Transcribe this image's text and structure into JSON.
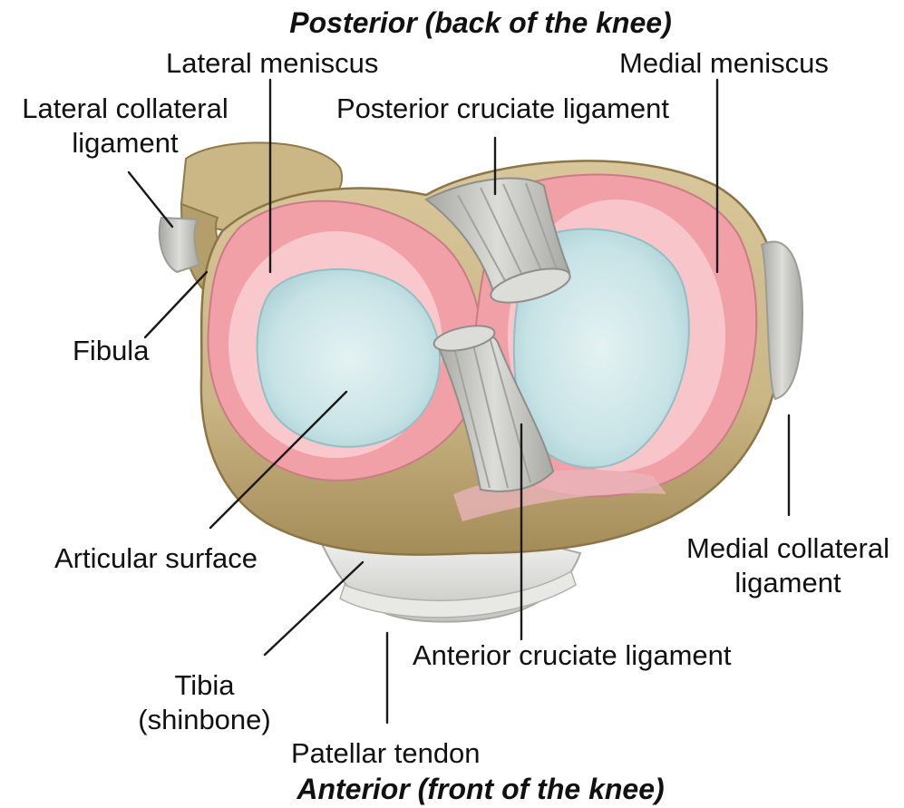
{
  "orientation": {
    "top": "Posterior (back of the knee)",
    "bottom": "Anterior (front of the knee)"
  },
  "labels": {
    "lateral_meniscus": "Lateral meniscus",
    "medial_meniscus": "Medial meniscus",
    "lateral_collateral_ligament_line1": "Lateral collateral",
    "lateral_collateral_ligament_line2": "ligament",
    "posterior_cruciate_ligament": "Posterior cruciate ligament",
    "fibula": "Fibula",
    "articular_surface": "Articular surface",
    "medial_collateral_ligament_line1": "Medial collateral",
    "medial_collateral_ligament_line2": "ligament",
    "anterior_cruciate_ligament": "Anterior cruciate ligament",
    "tibia_line1": "Tibia",
    "tibia_line2": "(shinbone)",
    "patellar_tendon": "Patellar tendon"
  },
  "colors": {
    "bone": "#cdb98a",
    "bone_shadow": "#a8925f",
    "meniscus": "#f2a0a8",
    "meniscus_light": "#fbd9dc",
    "cartilage": "#cfe7e9",
    "ligament": "#c9c9c5",
    "ligament_dark": "#9c9c97"
  }
}
